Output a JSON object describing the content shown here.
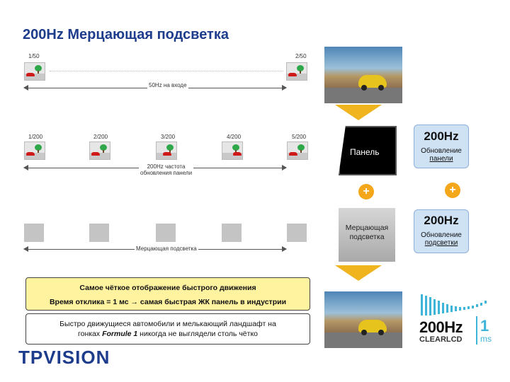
{
  "title": "200Hz Мерцающая подсветка",
  "row1": {
    "labels": [
      "1/50",
      "2/50"
    ],
    "caption": "50Hz на входе"
  },
  "row2": {
    "labels": [
      "1/200",
      "2/200",
      "3/200",
      "4/200",
      "5/200"
    ],
    "caption_line1": "200Hz частота",
    "caption_line2": "обновления панели"
  },
  "row3": {
    "caption": "Мерцающая подсветка"
  },
  "right": {
    "panel_label": "Панель",
    "panel_freq": "200Hz",
    "panel_refresh_line1": "Обновление",
    "panel_refresh_line2": "панели",
    "plus": "+",
    "backlight_line1": "Мерцающая",
    "backlight_line2": "подсветка",
    "backlight_freq": "200Hz",
    "backlight_refresh_line1": "Обновление",
    "backlight_refresh_line2": "подсветки"
  },
  "highlight": {
    "line1": "Самое чёткое отображение быстрого движения",
    "line2": "Время отклика = 1 мс → самая быстрая ЖК панель в индустрии"
  },
  "info": {
    "line1": "Быстро движущиеся автомобили и мелькающий ландшафт на",
    "line2_a": "гонках ",
    "line2_b": "Formule 1",
    "line2_c": " никогда не выглядели столь чётко"
  },
  "logo": {
    "brand": "TPVISION"
  },
  "badge": {
    "freq": "200Hz",
    "name": "CLEARLCD",
    "value": "1",
    "unit": "ms"
  },
  "colors": {
    "title": "#1d3c8c",
    "accent": "#f0b41e",
    "box_blue": "#cfe2f4"
  }
}
